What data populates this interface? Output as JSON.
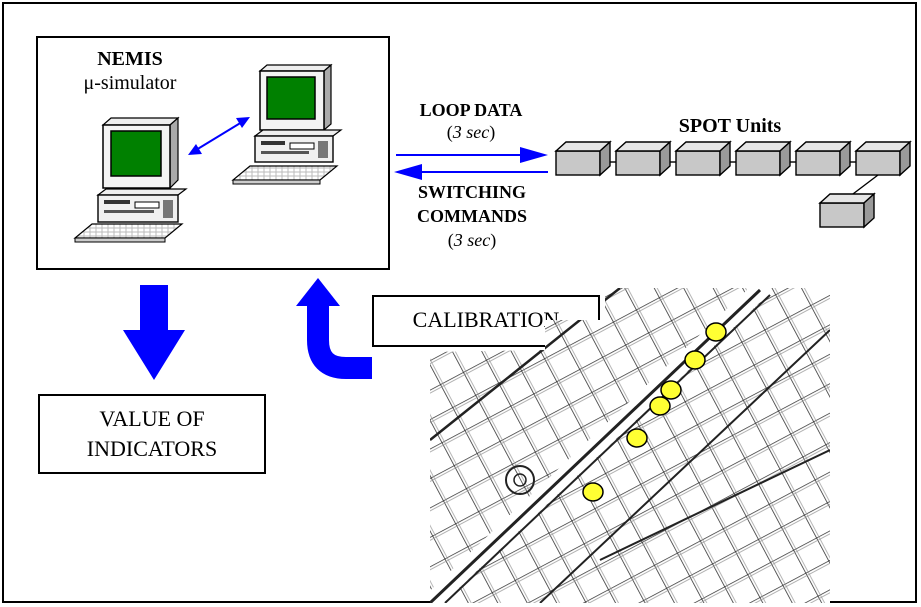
{
  "diagram": {
    "nemis_title": "NEMIS",
    "nemis_subtitle": "μ-simulator",
    "loop_data": "LOOP DATA",
    "loop_period": "3 sec",
    "switching_line1": "SWITCHING",
    "switching_line2": "COMMANDS",
    "switching_period": "3 sec",
    "spot_units": "SPOT Units",
    "calibration": "CALIBRATION",
    "value_line1": "VALUE OF",
    "value_line2": "INDICATORS"
  },
  "colors": {
    "arrow_blue": "#0000ff",
    "computer_screen": "#008000",
    "marker_yellow": "#ffff33",
    "spot_box": "#c8c8c8"
  }
}
